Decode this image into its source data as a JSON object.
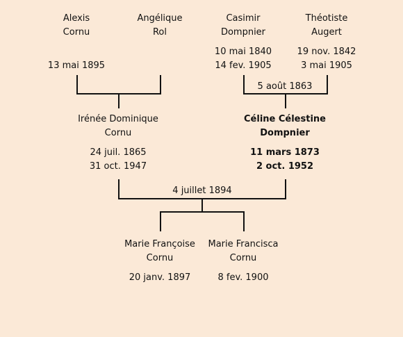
{
  "grandparents": [
    {
      "name_line1": "Alexis",
      "name_line2": "Cornu",
      "born": "",
      "died": "13 mai 1895"
    },
    {
      "name_line1": "Angélique",
      "name_line2": "Rol",
      "born": "",
      "died": ""
    },
    {
      "name_line1": "Casimir",
      "name_line2": "Dompnier",
      "born": "10 mai 1840",
      "died": "14 fev. 1905"
    },
    {
      "name_line1": "Théotiste",
      "name_line2": "Augert",
      "born": "19 nov. 1842",
      "died": "3 mai 1905"
    }
  ],
  "grandparents_marriage_right": "5 août 1863",
  "parents": [
    {
      "name_line1": "Irénée Dominique",
      "name_line2": "Cornu",
      "born": "24 juil. 1865",
      "died": "31 oct. 1947"
    },
    {
      "name_line1": "Céline Célestine",
      "name_line2": "Dompnier",
      "born": "11 mars 1873",
      "died": "2 oct. 1952"
    }
  ],
  "parents_marriage": "4 juillet 1894",
  "children": [
    {
      "name_line1": "Marie Françoise",
      "name_line2": "Cornu",
      "born": "20 janv. 1897"
    },
    {
      "name_line1": "Marie Francisca",
      "name_line2": "Cornu",
      "born": "8 fev. 1900"
    }
  ]
}
